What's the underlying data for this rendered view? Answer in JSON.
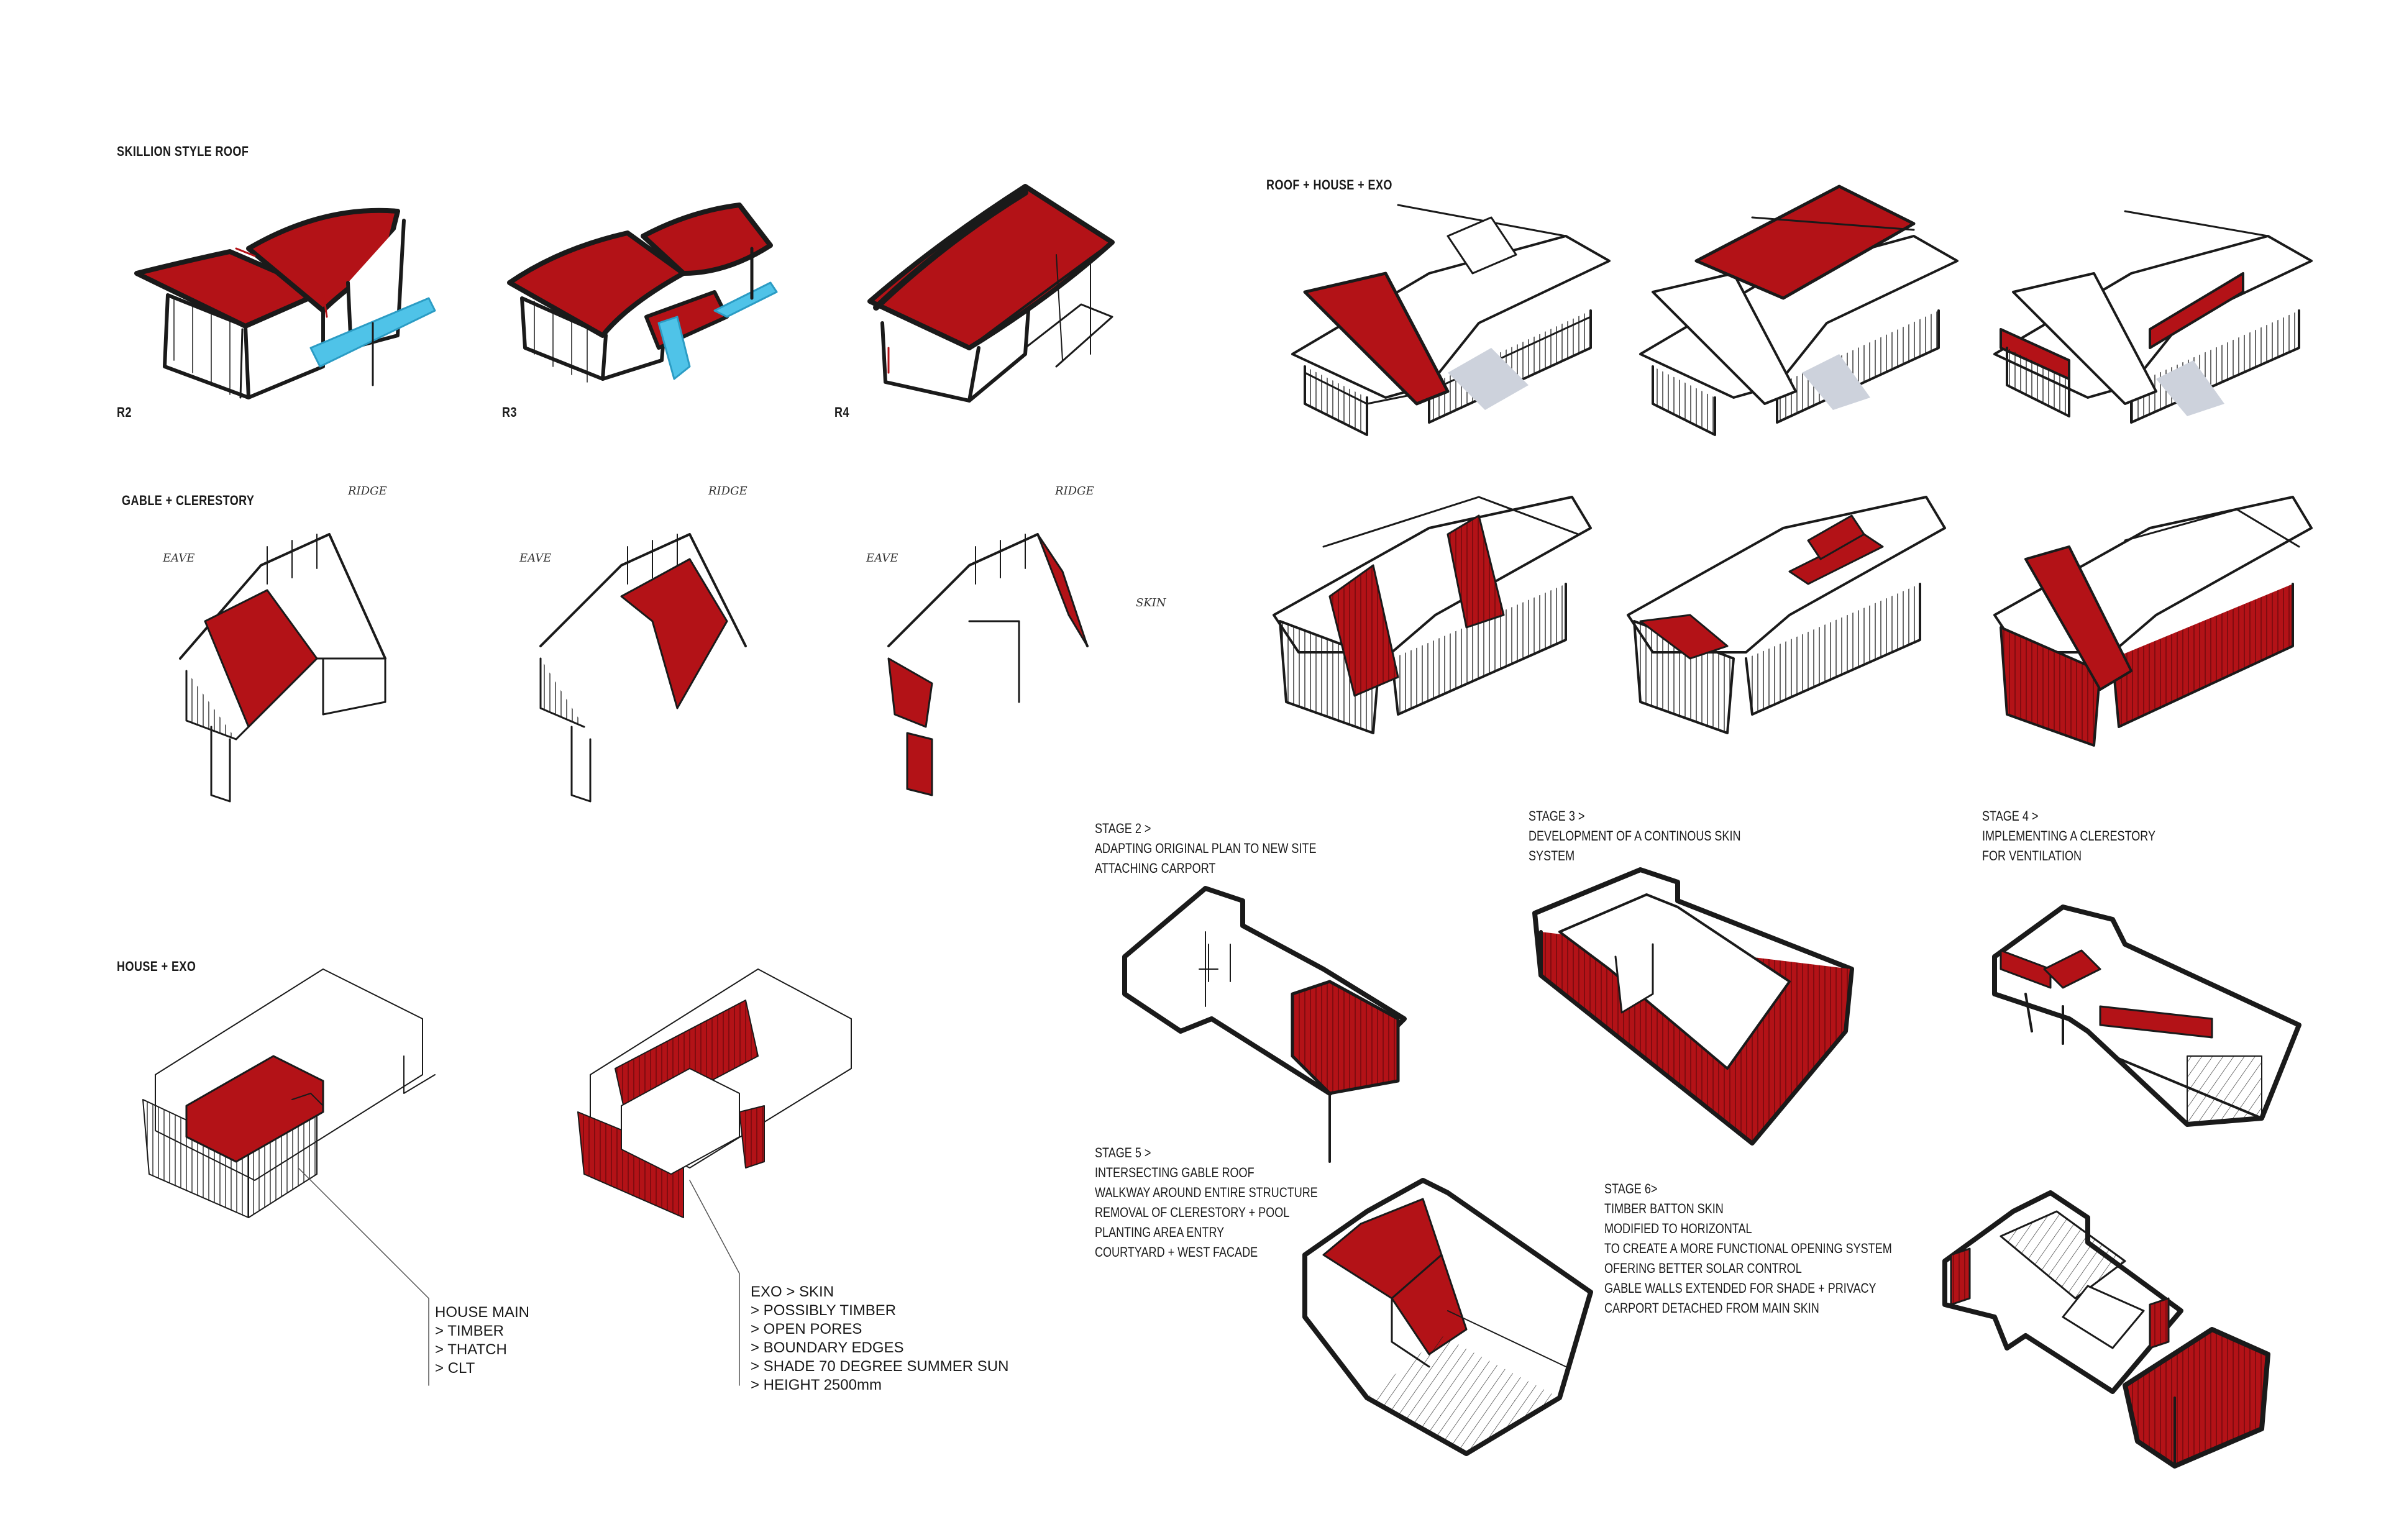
{
  "colors": {
    "accent": "#b31217",
    "water": "#4fc3e8",
    "ink": "#1a1a1a",
    "shadow": "#cdd2dc"
  },
  "sections": {
    "skillion": {
      "title": "SKILLION STYLE ROOF",
      "r2": "R2",
      "r3": "R3",
      "r4": "R4"
    },
    "roof_house_exo": {
      "title": "ROOF + HOUSE + EXO"
    },
    "gable": {
      "title": "GABLE + CLERESTORY",
      "ridge": "RIDGE",
      "eave": "EAVE",
      "skin": "SKIN"
    },
    "house_exo": {
      "title": "HOUSE + EXO"
    }
  },
  "notes": {
    "house_main": [
      "HOUSE MAIN",
      "> TIMBER",
      "> THATCH",
      "> CLT"
    ],
    "exo": [
      "EXO > SKIN",
      "> POSSIBLY TIMBER",
      "> OPEN PORES",
      "> BOUNDARY EDGES",
      "> SHADE 70 DEGREE SUMMER SUN",
      "> HEIGHT 2500mm"
    ]
  },
  "stages": {
    "s2": [
      "STAGE 2 >",
      "ADAPTING ORIGINAL PLAN TO NEW SITE",
      "ATTACHING CARPORT"
    ],
    "s3": [
      "STAGE 3 >",
      "DEVELOPMENT OF A CONTINOUS SKIN",
      "SYSTEM"
    ],
    "s4": [
      "STAGE 4 >",
      "IMPLEMENTING A CLERESTORY",
      "FOR VENTILATION"
    ],
    "s5": [
      "STAGE 5 >",
      "INTERSECTING GABLE ROOF",
      "WALKWAY AROUND ENTIRE STRUCTURE",
      "REMOVAL  OF CLERESTORY + POOL",
      "PLANTING AREA ENTRY",
      "COURTYARD + WEST FACADE"
    ],
    "s6": [
      "STAGE 6>",
      "TIMBER BATTON SKIN",
      "MODIFIED TO HORIZONTAL",
      "TO CREATE A MORE FUNCTIONAL OPENING SYSTEM",
      "OFERING BETTER SOLAR CONTROL",
      "GABLE WALLS EXTENDED FOR SHADE + PRIVACY",
      "CARPORT DETACHED FROM MAIN SKIN"
    ]
  }
}
